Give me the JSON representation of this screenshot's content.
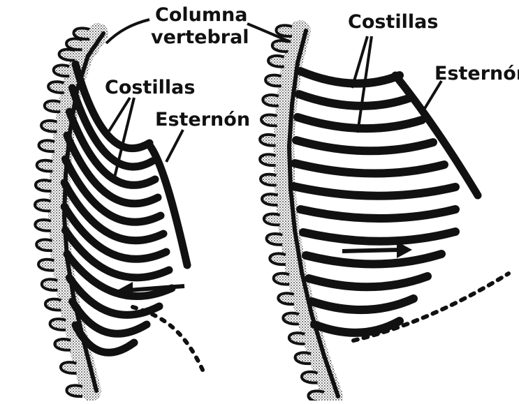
{
  "labels": {
    "columna_line1": "Columna",
    "columna_line2": "vertebral",
    "costillas_left": "Costillas",
    "esternon_left": "Esternón",
    "costillas_right": "Costillas",
    "esternon_right": "Esternón"
  },
  "colors": {
    "ink": "#111111",
    "bone_shade": "#7a7a7a",
    "background": "#ffffff"
  },
  "figures": [
    {
      "name": "ribcage-exhale",
      "arrow_direction": "left"
    },
    {
      "name": "ribcage-inhale",
      "arrow_direction": "right"
    }
  ]
}
